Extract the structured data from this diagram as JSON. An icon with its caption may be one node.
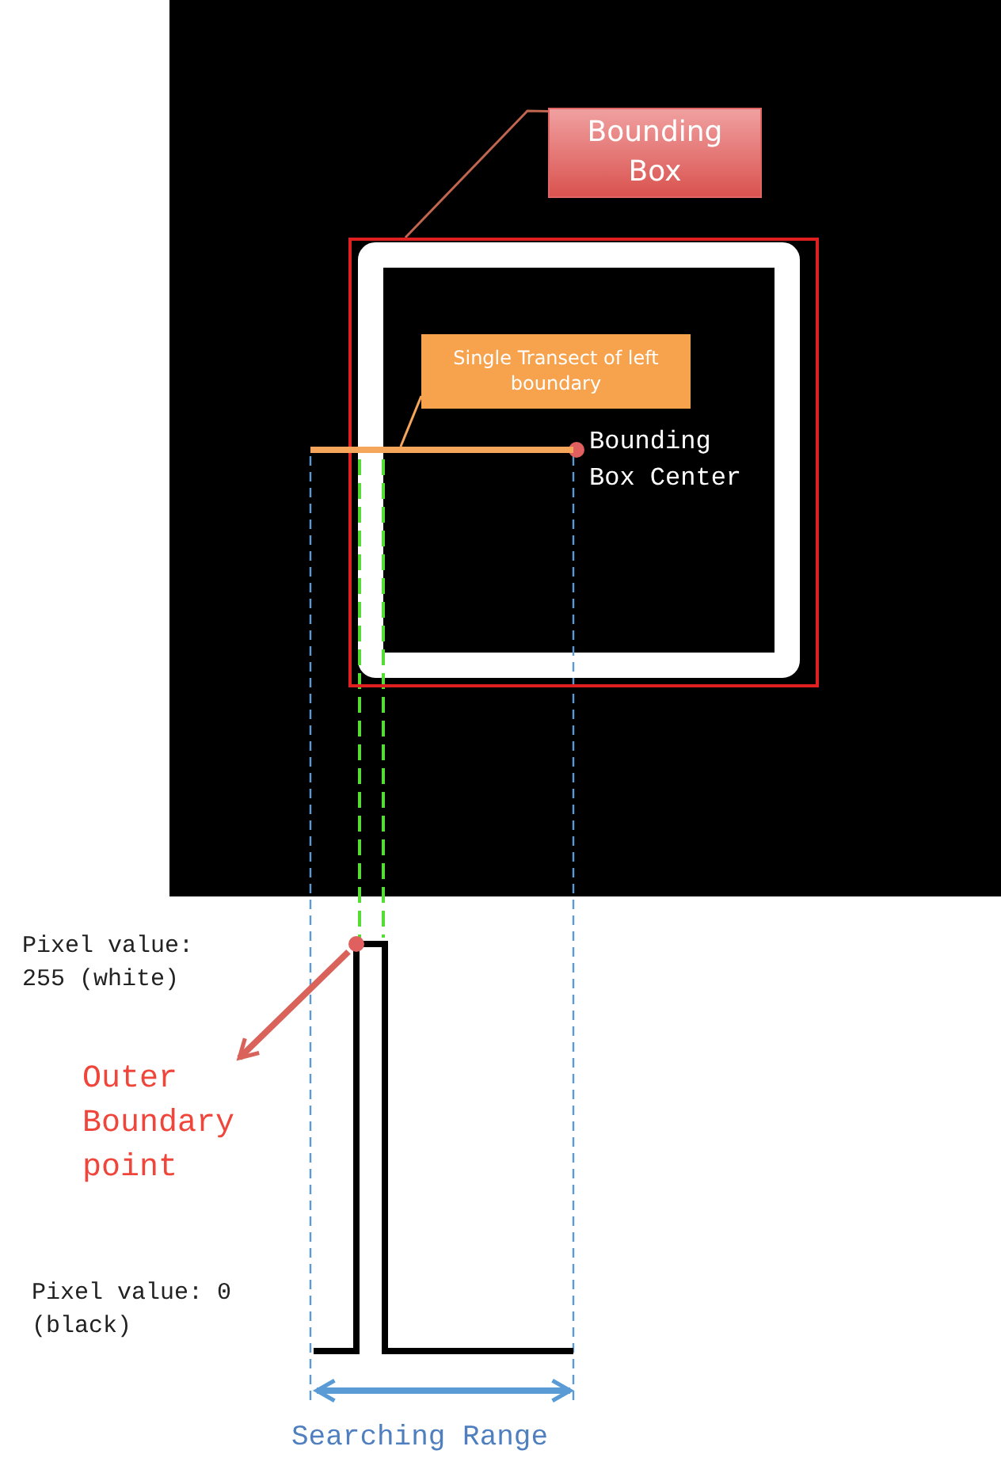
{
  "diagram": {
    "nodes": [
      {
        "text": [
          "Bounding Box"
        ]
      },
      {
        "text": [],
        "shape": "box"
      },
      {
        "text": [
          "Single Transect of left boundary"
        ],
        "in": 1
      },
      {
        "text": [],
        "shape": "bar"
      },
      {
        "text": [],
        "shape": "circle"
      },
      {
        "text": [
          "Outer Boundary point"
        ]
      }
    ],
    "edges": [
      {
        "from": 0,
        "to": 1,
        "arrow": "none",
        "color": "#c0654f"
      },
      {
        "from": 2,
        "to": 3,
        "arrow": "none",
        "color": "#f5a65b"
      },
      {
        "from": 4,
        "to": 5,
        "arrow": "to",
        "color": "#d9625a",
        "style": "thick"
      }
    ],
    "labels": [
      "Bounding Box Center",
      "Pixel value: 255 (white)",
      "Pixel value: 0 (black)",
      "Searching Range"
    ]
  }
}
